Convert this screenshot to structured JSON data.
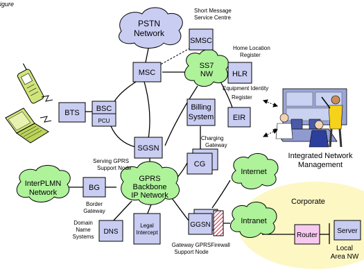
{
  "figure_label": "igure",
  "nodes": {
    "pstn": {
      "line1": "PSTN",
      "line2": "Network"
    },
    "smsc": {
      "label": "SMSC",
      "caption_line1": "Short Message",
      "caption_line2": "Service Centre"
    },
    "msc": {
      "label": "MSC"
    },
    "ss7": {
      "line1": "SS7",
      "line2": "NW"
    },
    "hlr": {
      "label": "HLR",
      "caption_line1": "Home Location",
      "caption_line2": "Register"
    },
    "eir": {
      "label": "EIR",
      "caption_line1": "Equipment Identity",
      "caption_line2": "Register"
    },
    "billing": {
      "line1": "Billing",
      "line2": "System"
    },
    "bts": {
      "label": "BTS"
    },
    "bsc": {
      "label": "BSC",
      "sub": "PCU"
    },
    "sgsn": {
      "label": "SGSN",
      "caption_line1": "Serving GPRS",
      "caption_line2": "Support Node"
    },
    "cg": {
      "label": "CG",
      "caption_line1": "Charging",
      "caption_line2": "Gateway"
    },
    "interplmn": {
      "line1": "InterPLMN",
      "line2": "Network"
    },
    "bg": {
      "label": "BG",
      "caption_line1": "Border",
      "caption_line2": "Gateway"
    },
    "gprs": {
      "line1": "GPRS",
      "line2": "Backbone",
      "line3": "IP Network"
    },
    "dns": {
      "label": "DNS",
      "caption_line1": "Domain",
      "caption_line2": "Name",
      "caption_line3": "Systems"
    },
    "legal": {
      "line1": "Legal",
      "line2": "Intercept"
    },
    "ggsn": {
      "label": "GGSN",
      "caption_line1": "Gateway GPRS",
      "caption_line2": "Support Node"
    },
    "firewall": {
      "label": "Firewall"
    },
    "internet": {
      "label": "Internet"
    },
    "intranet": {
      "label": "Intranet"
    },
    "corporate": {
      "label": "Corporate"
    },
    "router": {
      "label": "Router"
    },
    "server": {
      "label": "Server"
    },
    "localnw": {
      "line1": "Local",
      "line2": "Area NW"
    },
    "inm": {
      "line1": "Integrated Network",
      "line2": "Management"
    }
  },
  "colors": {
    "box_fill": "#c9cdf2",
    "cloud_purple": "#c9cdf2",
    "cloud_green": "#aef29a",
    "cloud_blue": "#bfeff2",
    "corporate_fill": "#fdf7c4",
    "router_fill": "#f7c9f0",
    "line": "#000000"
  }
}
